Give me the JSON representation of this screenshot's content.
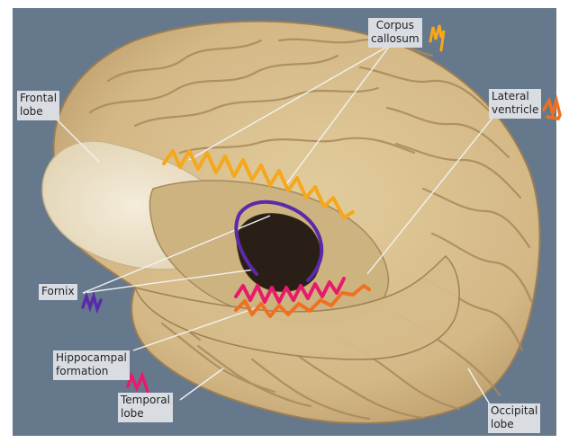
{
  "labels": {
    "corpus_callosum": [
      "Corpus",
      "callosum"
    ],
    "frontal_lobe": [
      "Frontal",
      "lobe"
    ],
    "lateral_ventricle": [
      "Lateral",
      "ventricle"
    ],
    "fornix": [
      "Fornix"
    ],
    "hippocampal_formation": [
      "Hippocampal",
      "formation"
    ],
    "temporal_lobe": [
      "Temporal",
      "lobe"
    ],
    "occipital_lobe": [
      "Occipital",
      "lobe"
    ]
  },
  "colors": {
    "background": "#66788c",
    "brain_tissue": "#d8c08c",
    "white_matter": "#efe6d2",
    "label_box": "#d9dde2",
    "corpus_callosum_marker": "#f5a81c",
    "lateral_ventricle_marker": "#f07020",
    "fornix_marker": "#5a2aa8",
    "hippocampal_marker": "#e81a6a"
  },
  "icons": {
    "corpus_callosum_marker": "orange-scribble-icon",
    "lateral_ventricle_marker": "red-orange-scribble-icon",
    "fornix_marker": "purple-scribble-icon",
    "hippocampal_marker": "pink-scribble-icon"
  }
}
